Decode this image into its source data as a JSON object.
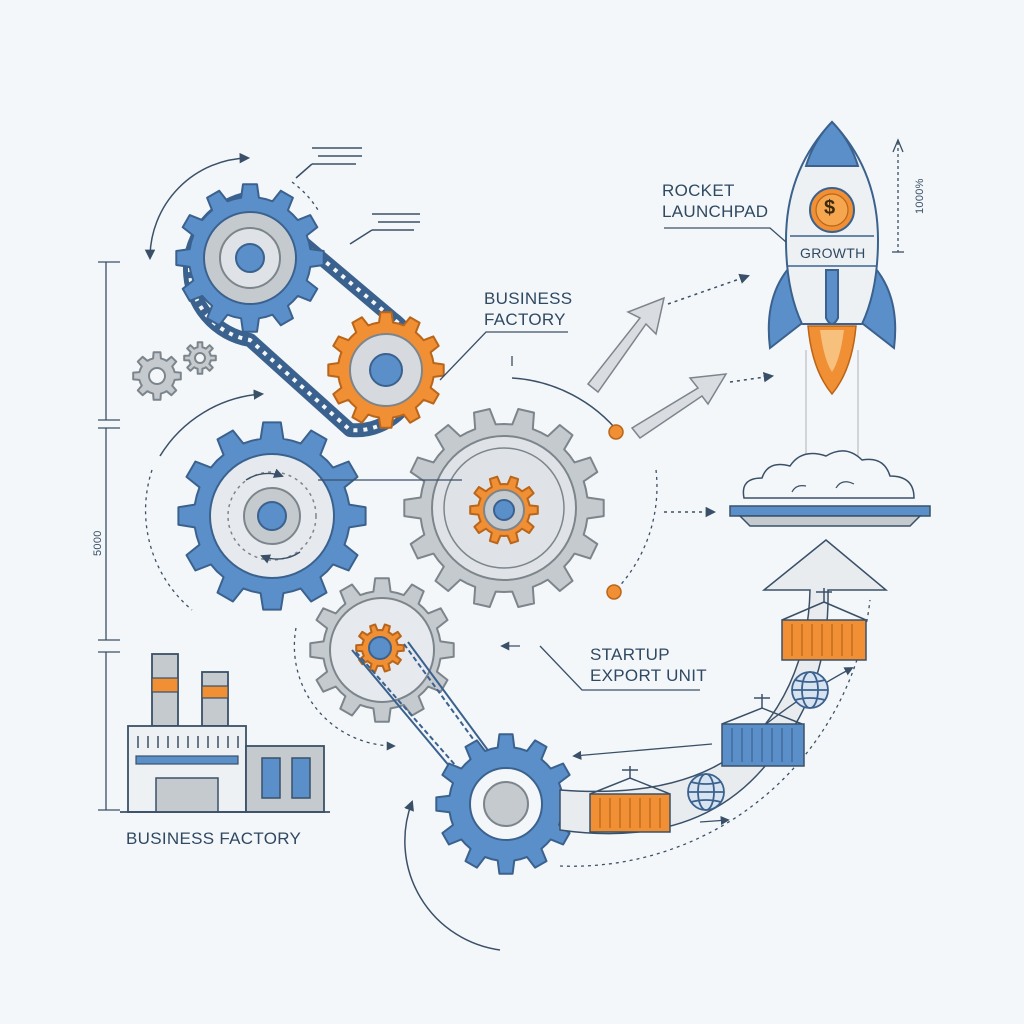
{
  "colors": {
    "background": "#f4f7f9",
    "blue": "#5b8fc9",
    "blue_dark": "#3b628e",
    "orange": "#f08f34",
    "gray": "#c5cacf",
    "gray_dark": "#7d858c",
    "line": "#3a5068"
  },
  "labels": {
    "rocket_launchpad": [
      "ROCKET",
      "LAUNCHPAD"
    ],
    "growth": "GROWTH",
    "rocket_currency": "$",
    "business_factory_top": [
      "BUSINESS",
      "FACTORY"
    ],
    "startup_export_unit": [
      "STARTUP",
      "EXPORT UNIT"
    ],
    "business_factory_bottom": "BUSINESS FACTORY",
    "dimension_left": "5000",
    "dimension_right": "1000%"
  }
}
